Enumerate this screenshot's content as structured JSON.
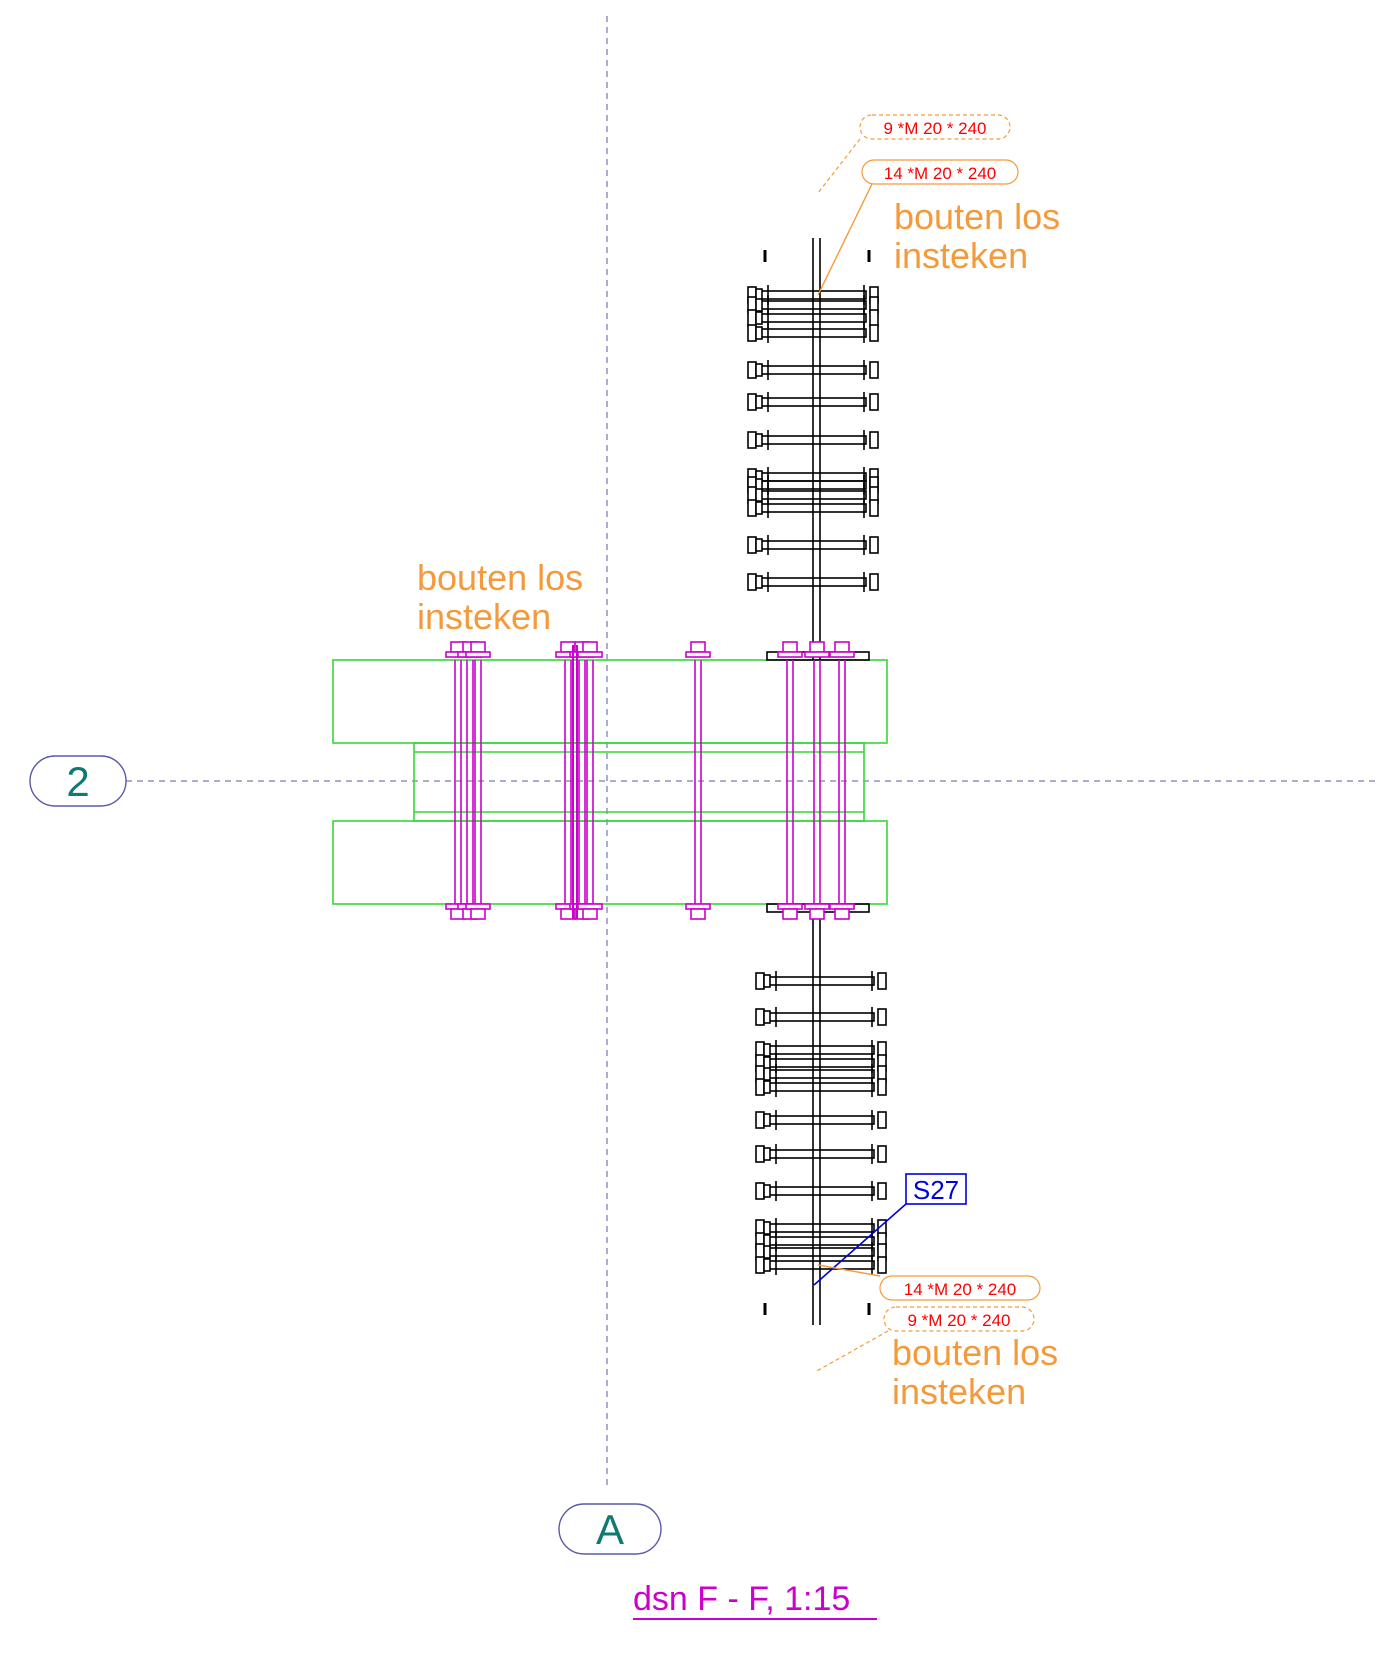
{
  "colors": {
    "grid": "#5a5aa8",
    "grid_label": "#0f7a72",
    "orange": "#f59a3a",
    "red": "#ff0000",
    "green": "#39d639",
    "magenta": "#cc00cc",
    "blue": "#0000dd",
    "black": "#000000"
  },
  "grid_labels": {
    "row": "2",
    "column": "A"
  },
  "notes": {
    "bouten_top": [
      "bouten los",
      "insteken"
    ],
    "bouten_left": [
      "bouten los",
      "insteken"
    ],
    "bouten_bottom": [
      "bouten los",
      "insteken"
    ]
  },
  "bolt_tags": {
    "top_dashed": "9 *M 20 * 240",
    "top_solid": "14 *M 20 * 240",
    "bottom_solid": "14 *M 20 * 240",
    "bottom_dashed": "9 *M 20 * 240"
  },
  "part_mark": "S27",
  "view_title": "dsn F - F, 1:15"
}
